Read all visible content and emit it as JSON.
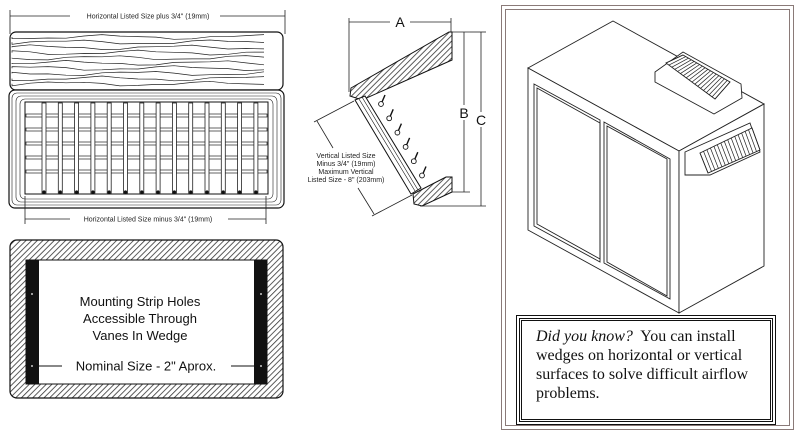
{
  "grille_front": {
    "top_dimension_label": "Horizontal Listed Size plus 3/4\" (19mm)",
    "bottom_dimension_label": "Horizontal Listed Size minus 3/4\" (19mm)",
    "vane_count": 14
  },
  "mounting_frame": {
    "label_lines": [
      "Mounting Strip Holes",
      "Accessible Through",
      "Vanes In Wedge"
    ],
    "nominal_label": "Nominal Size - 2\" Aprox."
  },
  "side_profile": {
    "dim_a": "A",
    "dim_b": "B",
    "dim_c": "C",
    "vertical_label_lines": [
      "Vertical Listed Size",
      "Minus 3/4\" (19mm)",
      "Maximum Vertical",
      "Listed Size - 8\" (203mm)"
    ],
    "screw_count": 6
  },
  "info_panel": {
    "callout_question": "Did you know?",
    "callout_text": "You can install wedges on horizontal or vertical surfaces to solve difficult airflow problems.",
    "frame_color": "#8a7a78"
  }
}
